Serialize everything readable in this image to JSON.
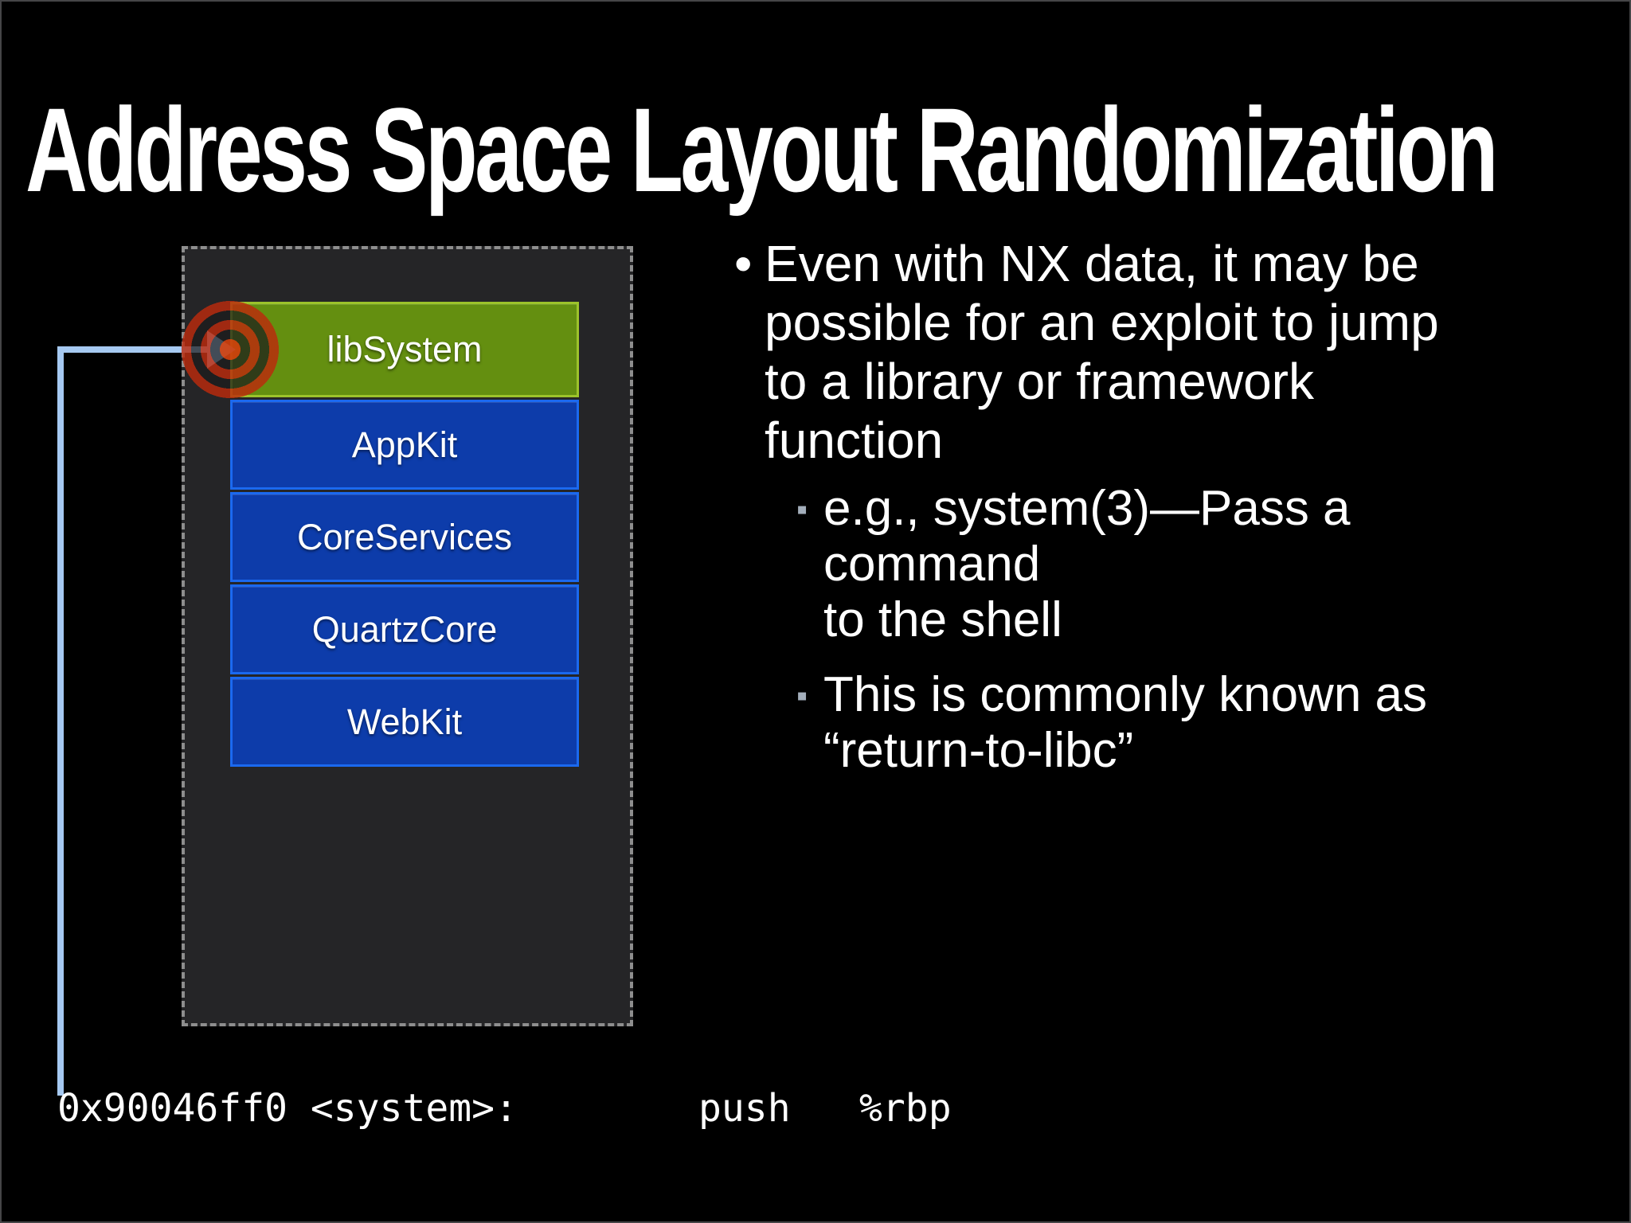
{
  "slide": {
    "title": "Address Space Layout Randomization",
    "background": "#000000"
  },
  "diagram": {
    "region_fill": "#252527",
    "region_border": "#8e8e8e",
    "frameworks": [
      {
        "label": "libSystem",
        "fill": "#648f10",
        "border": "#9cc32b",
        "targeted": true
      },
      {
        "label": "AppKit",
        "fill": "#0d3caa",
        "border": "#1b69ef",
        "targeted": false
      },
      {
        "label": "CoreServices",
        "fill": "#0d3caa",
        "border": "#1b69ef",
        "targeted": false
      },
      {
        "label": "QuartzCore",
        "fill": "#0d3caa",
        "border": "#1b69ef",
        "targeted": false
      },
      {
        "label": "WebKit",
        "fill": "#0d3caa",
        "border": "#1b69ef",
        "targeted": false
      }
    ],
    "target_icon": "bullseye-icon",
    "arrow_color": "#a6c9f1",
    "bullseye_ring_color": "#bb2a0c"
  },
  "bullets": {
    "main": {
      "marker": "•",
      "lines": [
        "Even with NX data, it may be",
        "possible for an exploit to jump",
        "to a library or framework",
        "function"
      ]
    },
    "subs": [
      {
        "marker": "▪",
        "lines": [
          "e.g., system(3)—Pass a",
          "command",
          "to the shell"
        ]
      },
      {
        "marker": "▪",
        "lines": [
          "This is commonly known as",
          "“return-to-libc”"
        ]
      }
    ]
  },
  "disassembly": {
    "address_symbol": "0x90046ff0 <system>:",
    "mnemonic": "push",
    "operand": "%rbp"
  }
}
